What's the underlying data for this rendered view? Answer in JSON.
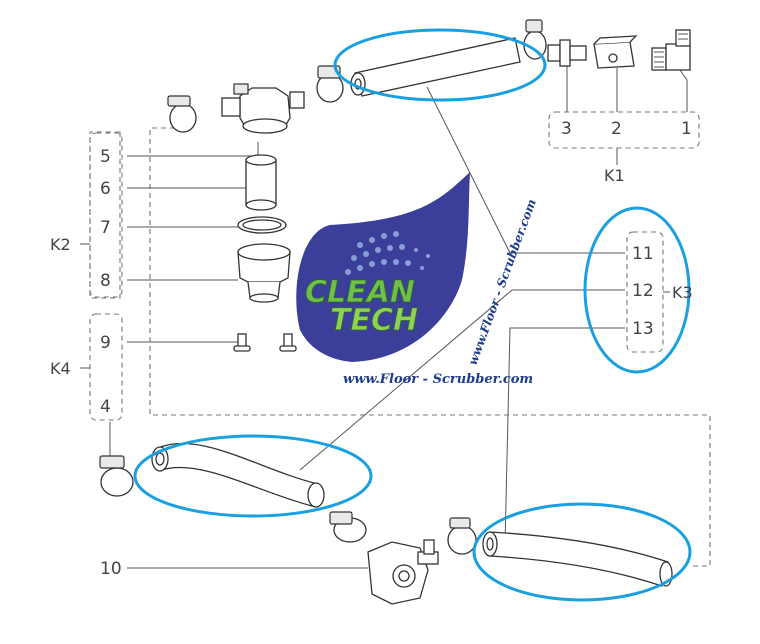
{
  "parts": {
    "p1": "1",
    "p2": "2",
    "p3": "3",
    "p4": "4",
    "p5": "5",
    "p6": "6",
    "p7": "7",
    "p8": "8",
    "p9": "9",
    "p10": "10",
    "p11": "11",
    "p12": "12",
    "p13": "13"
  },
  "kits": {
    "k1": "K1",
    "k2": "K2",
    "k3": "K3",
    "k4": "K4"
  },
  "watermark": {
    "line1": "CLEAN",
    "line2": "TECH",
    "url_bottom": "www.Floor - Scrubber.com",
    "url_vertical": "www.Floor - Scrubber.com"
  },
  "colors": {
    "highlight": "#1a9fe0",
    "drop_fill": "#3b3f9a",
    "logo_text": "#6fc04a"
  }
}
